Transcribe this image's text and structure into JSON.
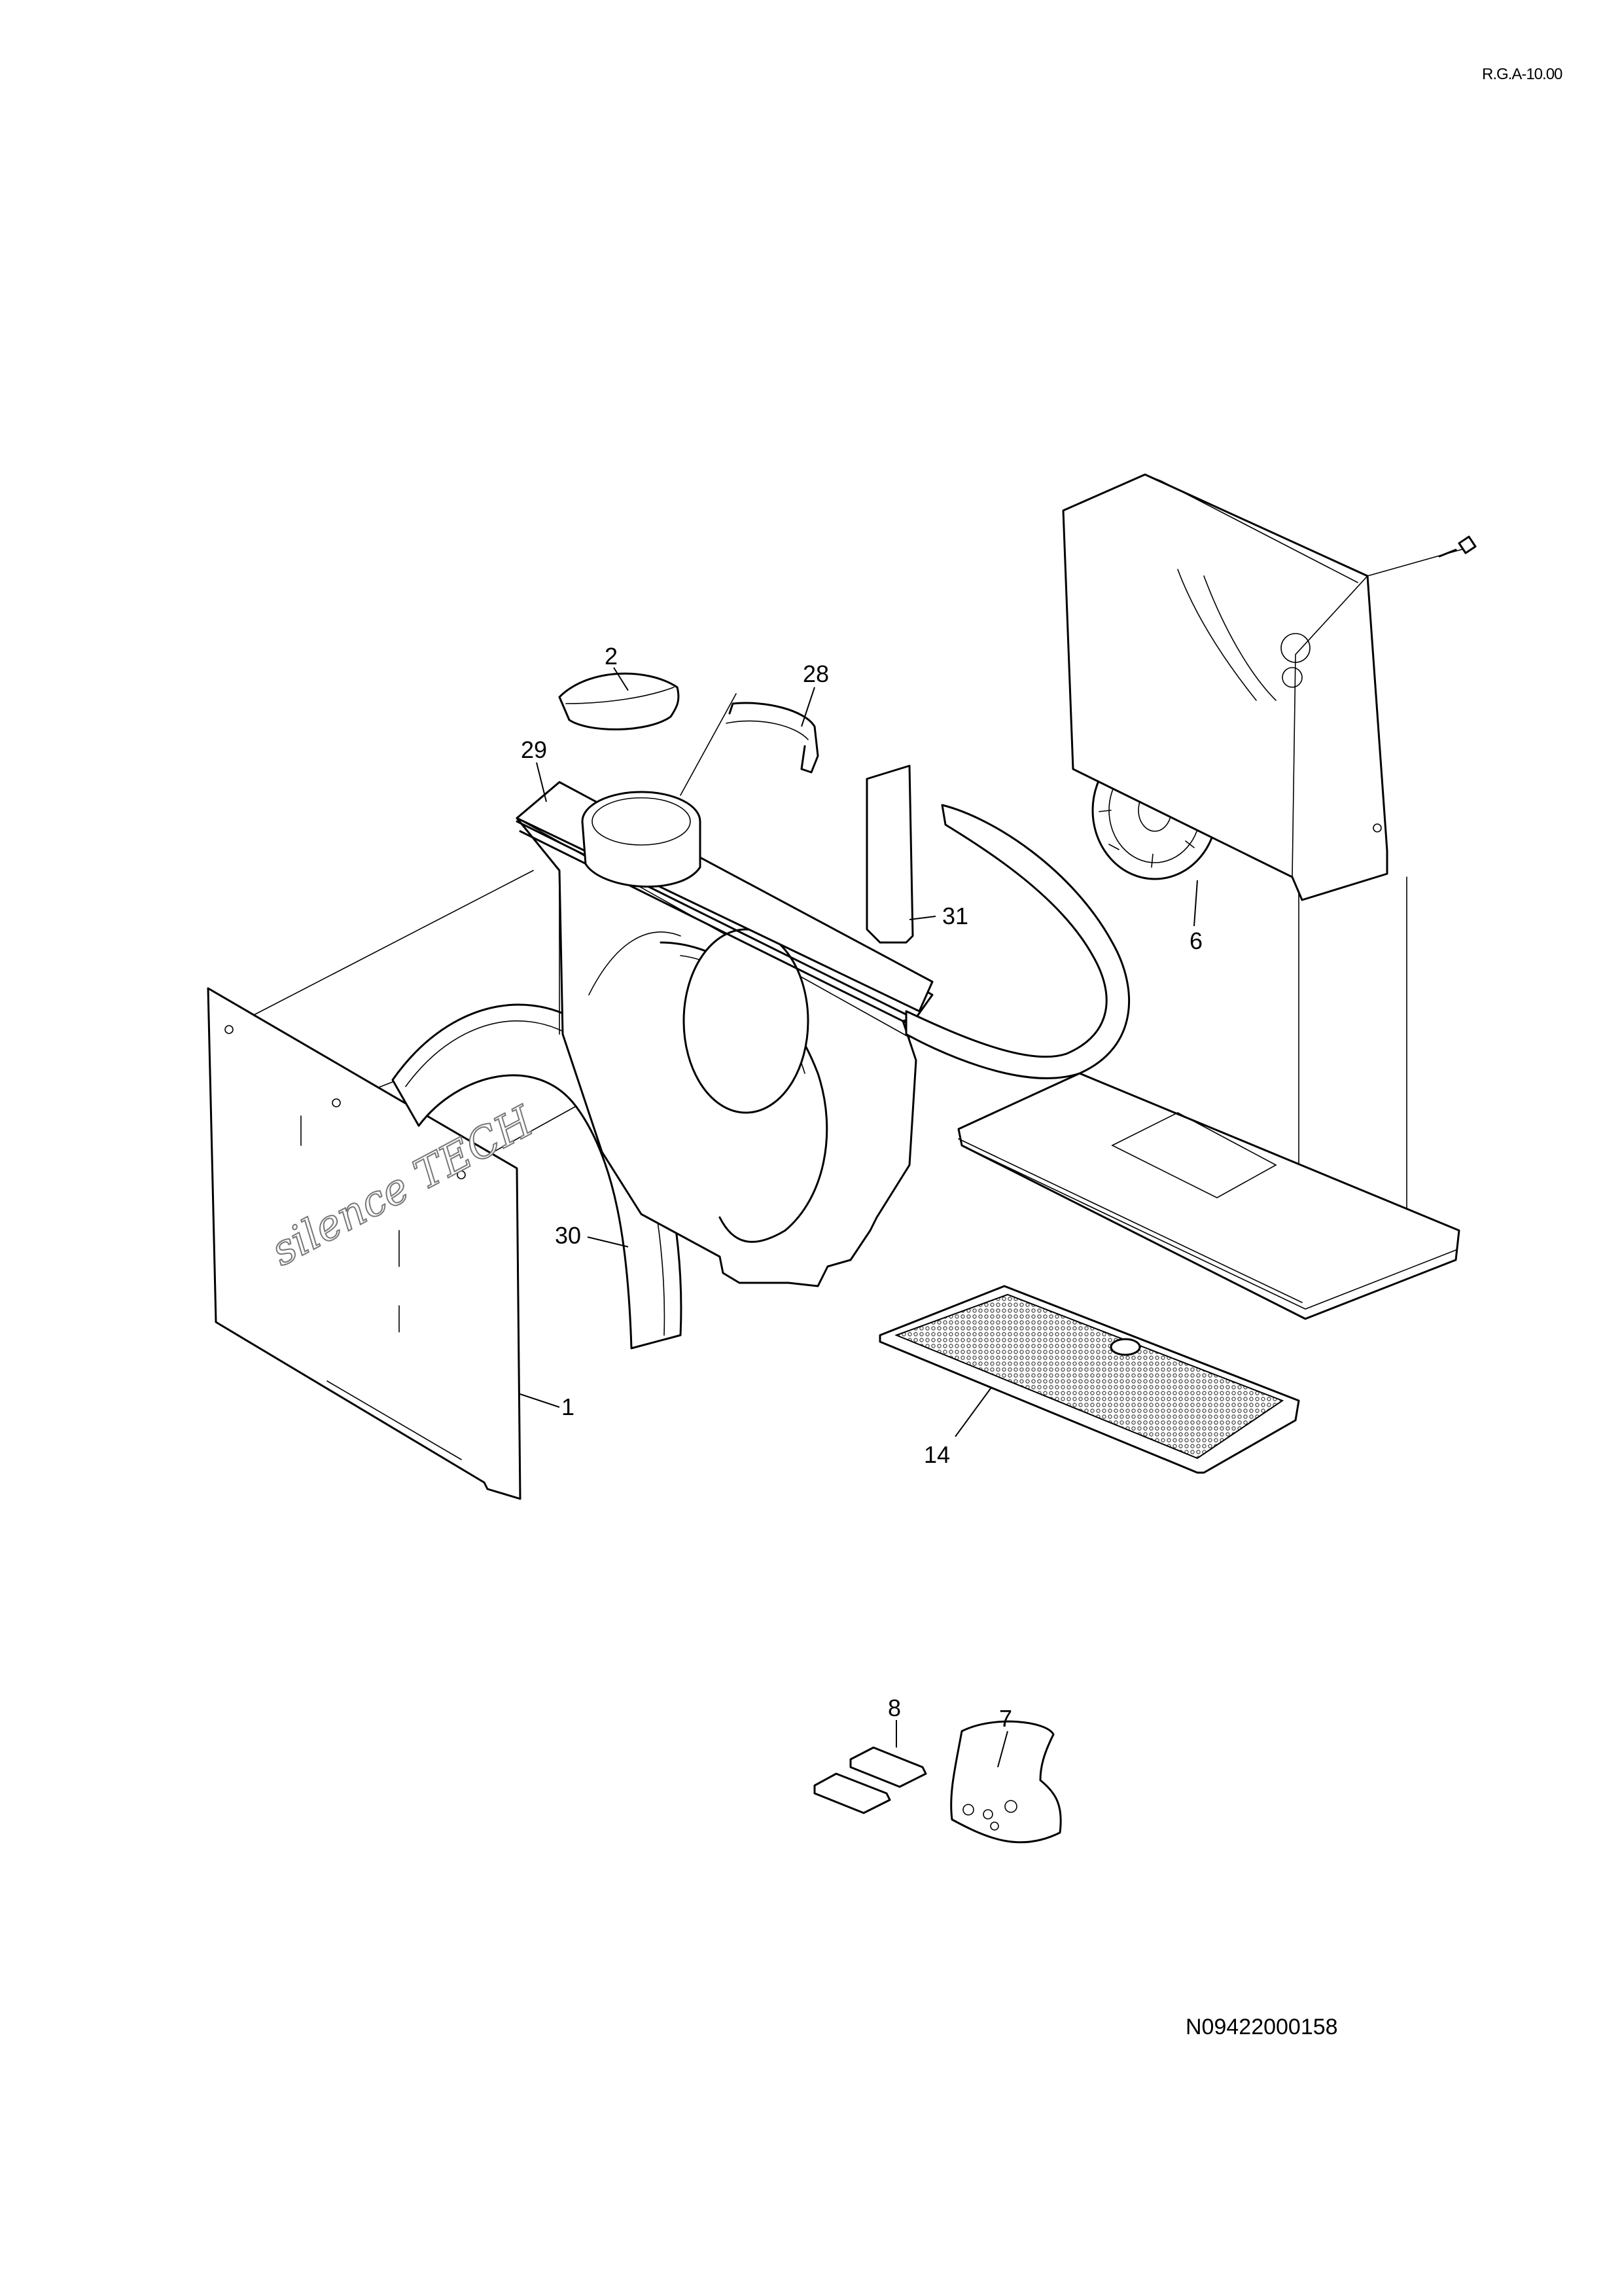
{
  "sheet": {
    "revision": "R.G.A-10.00",
    "drawing_number": "N09422000158",
    "brand_mark": "silence TECH"
  },
  "parts": [
    {
      "number": "1"
    },
    {
      "number": "2"
    },
    {
      "number": "6"
    },
    {
      "number": "7"
    },
    {
      "number": "8"
    },
    {
      "number": "14"
    },
    {
      "number": "28"
    },
    {
      "number": "29"
    },
    {
      "number": "30"
    },
    {
      "number": "31"
    }
  ]
}
